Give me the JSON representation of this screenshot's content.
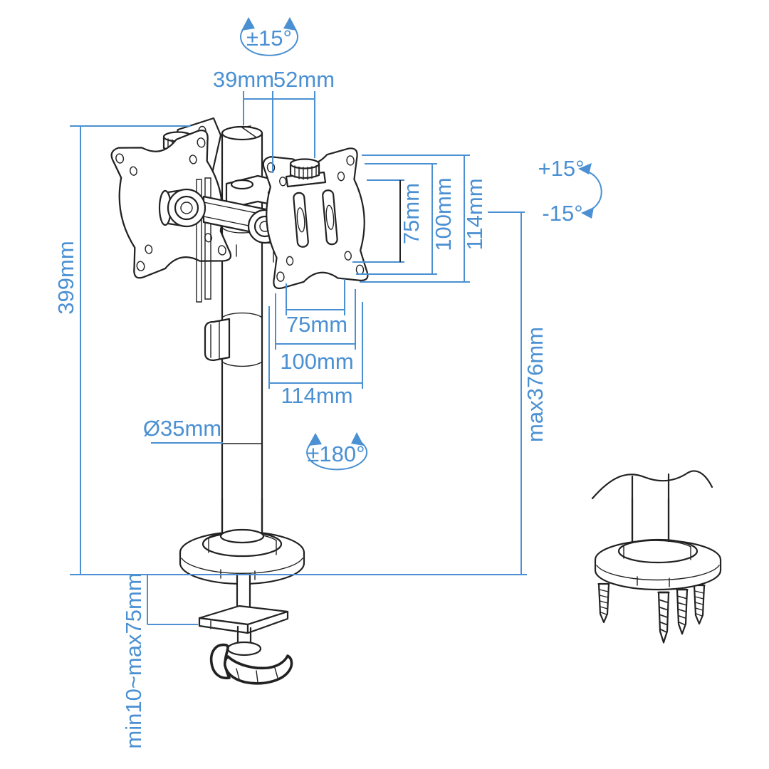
{
  "colors": {
    "annotation": "#4a90d2",
    "line": "#222222"
  },
  "illustration": {
    "description_icons": [
      "dual-monitor-arm-drawing",
      "grommet-base-drawing"
    ]
  },
  "dimensions": {
    "rotation_top": "±15°",
    "offset_39": "39mm",
    "offset_52": "52mm",
    "tilt_up": "+15°",
    "tilt_down": "-15°",
    "vesa_height_75": "75mm",
    "vesa_height_100": "100mm",
    "plate_height_114": "114mm",
    "arm_height": "399mm",
    "vesa_width_75": "75mm",
    "vesa_width_100": "100mm",
    "plate_width_114": "114mm",
    "pole_diameter": "Ø35mm",
    "swivel_rotation": "±180°",
    "max_height": "max376mm",
    "desk_thickness": "min10~max75mm"
  }
}
